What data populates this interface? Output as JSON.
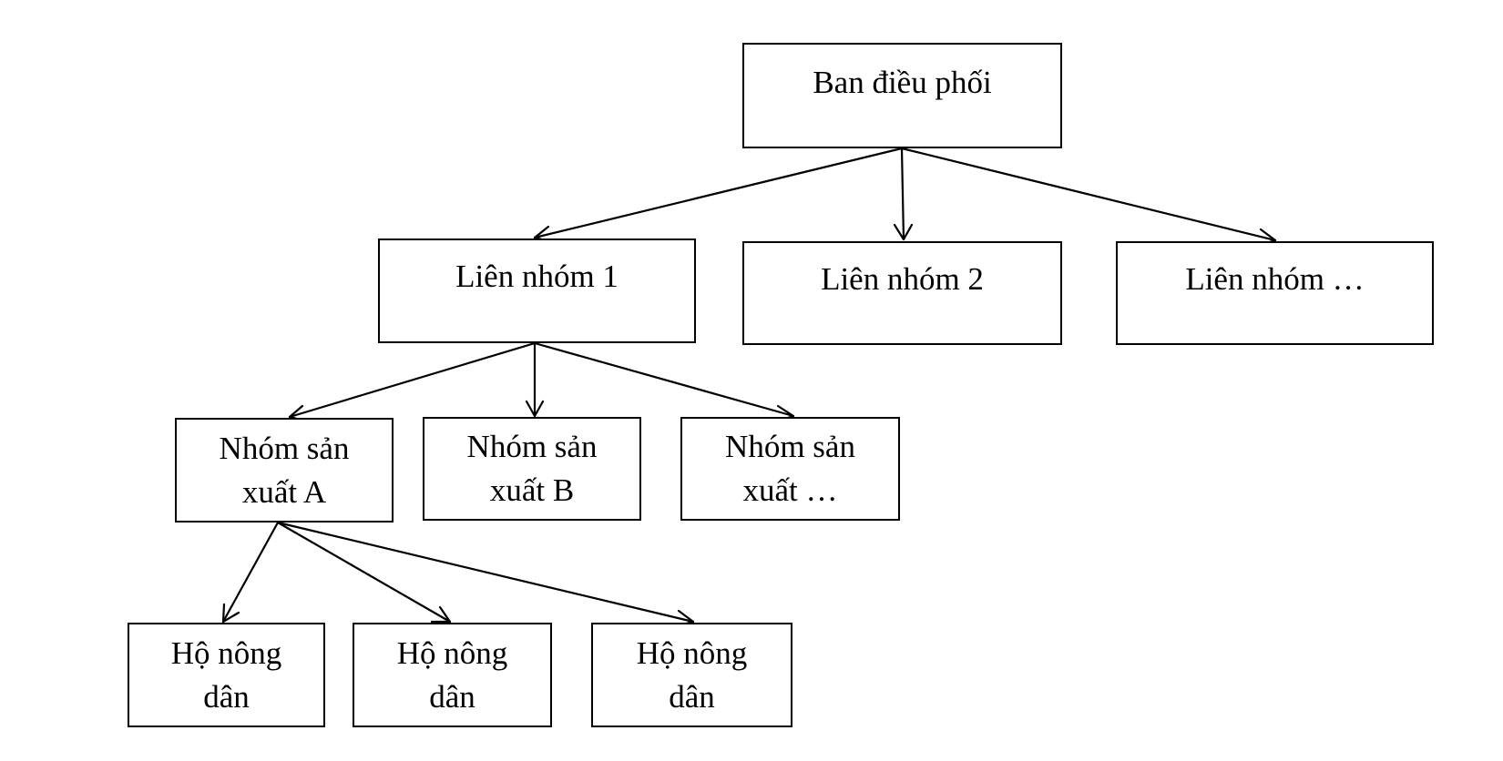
{
  "diagram": {
    "root": {
      "label": "Ban điều phối"
    },
    "level1": [
      {
        "label": "Liên nhóm 1"
      },
      {
        "label": "Liên nhóm 2"
      },
      {
        "label": "Liên nhóm …"
      }
    ],
    "level2": [
      {
        "line1": "Nhóm sản",
        "line2": "xuất A"
      },
      {
        "line1": "Nhóm sản",
        "line2": "xuất B"
      },
      {
        "line1": "Nhóm sản",
        "line2": "xuất …"
      }
    ],
    "level3": [
      {
        "line1": "Hộ nông",
        "line2": "dân"
      },
      {
        "line1": "Hộ nông",
        "line2": "dân"
      },
      {
        "line1": "Hộ nông",
        "line2": "dân"
      }
    ],
    "edges": [
      {
        "from": "Ban điều phối",
        "to": "Liên nhóm 1"
      },
      {
        "from": "Ban điều phối",
        "to": "Liên nhóm 2"
      },
      {
        "from": "Ban điều phối",
        "to": "Liên nhóm …"
      },
      {
        "from": "Liên nhóm 1",
        "to": "Nhóm sản xuất A"
      },
      {
        "from": "Liên nhóm 1",
        "to": "Nhóm sản xuất B"
      },
      {
        "from": "Liên nhóm 1",
        "to": "Nhóm sản xuất …"
      },
      {
        "from": "Nhóm sản xuất A",
        "to": "Hộ nông dân"
      },
      {
        "from": "Nhóm sản xuất A",
        "to": "Hộ nông dân"
      },
      {
        "from": "Nhóm sản xuất A",
        "to": "Hộ nông dân"
      }
    ],
    "colors": {
      "line": "#000000",
      "box_border": "#000000",
      "background": "#ffffff"
    }
  }
}
